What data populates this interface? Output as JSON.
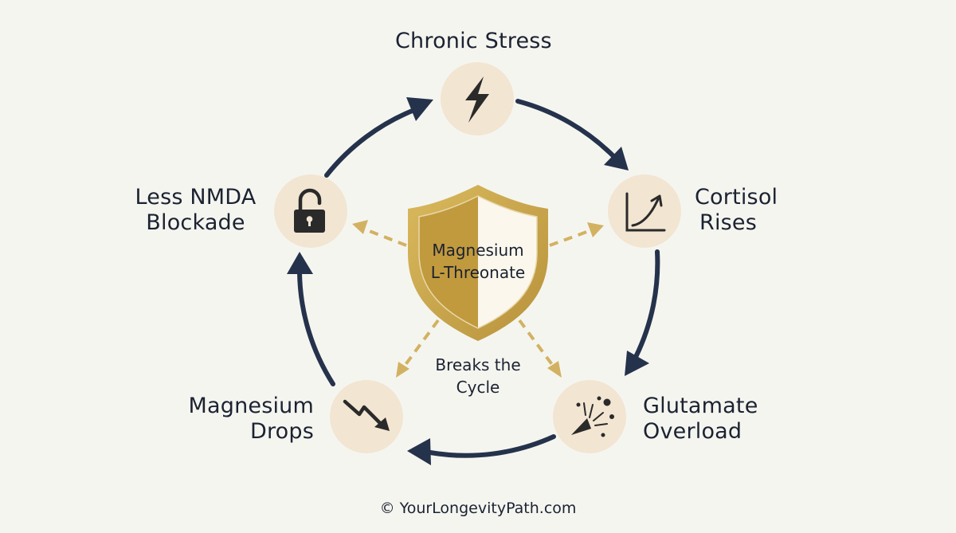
{
  "diagram": {
    "nodes": {
      "chronic_stress": {
        "line1": "Chronic Stress",
        "icon": "lightning-bolt-icon"
      },
      "cortisol_rises": {
        "line1": "Cortisol",
        "line2": "Rises",
        "icon": "rising-chart-icon"
      },
      "glutamate_overload": {
        "line1": "Glutamate",
        "line2": "Overload",
        "icon": "party-popper-icon"
      },
      "magnesium_drops": {
        "line1": "Magnesium",
        "line2": "Drops",
        "icon": "trend-down-icon"
      },
      "less_nmda_blockade": {
        "line1": "Less NMDA",
        "line2": "Blockade",
        "icon": "unlocked-padlock-icon"
      }
    },
    "center": {
      "shield_line1": "Magnesium",
      "shield_line2": "L-Threonate",
      "caption_line1": "Breaks the",
      "caption_line2": "Cycle"
    },
    "colors": {
      "cycle_arrow": "#25324b",
      "node_fill": "#f2e5d2",
      "icon": "#2a2a2a",
      "gold": "#c9a448",
      "dashed_arrow": "#d2b262"
    }
  },
  "footer": {
    "copyright": "© YourLongevityPath.com"
  }
}
